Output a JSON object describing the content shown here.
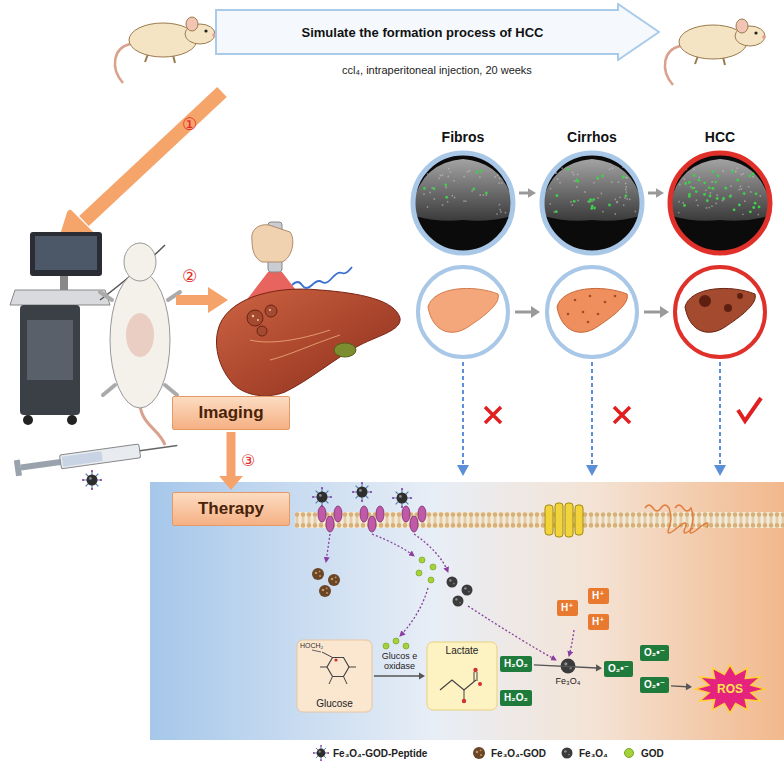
{
  "diagram": {
    "nodes": [
      {
        "text": [
          "Simulate the formation process of HCC"
        ]
      },
      {
        "text": [
          "Fibros"
        ]
      },
      {
        "text": [
          "Cirrhos"
        ]
      },
      {
        "text": [
          "HCC"
        ]
      },
      {
        "text": [
          "Imaging"
        ]
      },
      {
        "text": [
          "Therapy"
        ]
      },
      {
        "text": [
          "H⁺"
        ]
      },
      {
        "text": [
          "H⁺"
        ]
      },
      {
        "text": [
          "H⁺"
        ]
      },
      {
        "text": [
          "Glucose"
        ]
      },
      {
        "text": [
          "Lactate"
        ]
      },
      {
        "text": [
          "H₂O₂"
        ]
      },
      {
        "text": [
          "H₂O₂"
        ]
      },
      {
        "text": [
          "O₂•⁻"
        ]
      },
      {
        "text": [
          "O₂•⁻"
        ]
      },
      {
        "text": [
          "O₂•⁻"
        ]
      },
      {
        "text": [
          "ROS"
        ]
      }
    ],
    "edges": [
      {
        "from": 1,
        "to": 2,
        "arrow": "to"
      },
      {
        "from": 2,
        "to": 3,
        "arrow": "to"
      },
      {
        "from": 4,
        "to": 5,
        "arrow": "to",
        "label": "③"
      },
      {
        "from": 9,
        "to": 10,
        "arrow": "to",
        "label": "Glucos e oxidase"
      },
      {
        "from": 11,
        "to": 13,
        "arrow": "to",
        "label": "Fe₃O₄"
      },
      {
        "from": 15,
        "to": 16,
        "arrow": "to"
      }
    ],
    "labels": [
      "ccl₄, intraperitoneal injection, 20 weeks",
      "①",
      "②",
      "HOCH₂"
    ],
    "legend": [
      {
        "text": "Fe₃O₄-GOD-Peptide"
      },
      {
        "text": "Fe₃O₄-GOD"
      },
      {
        "text": "Fe₃O₄"
      },
      {
        "text": "GOD"
      }
    ]
  }
}
